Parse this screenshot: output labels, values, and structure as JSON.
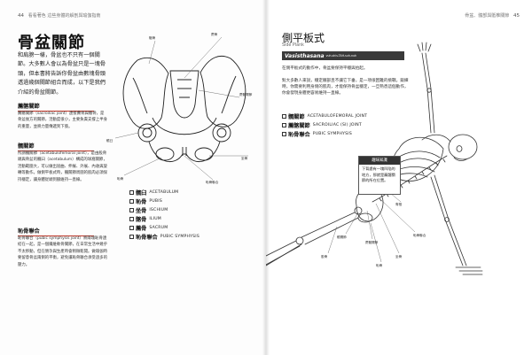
{
  "left_page": {
    "page_number": "44",
    "running_head": "看看著色 這些身體的解剖與瑜伽指南",
    "title": "骨盆關節",
    "intro": "和肩膀一樣，骨盆也不只有一個關節。大多數人會以為骨盆只是一塊骨頭，但本書將告訴你骨盆由數塊骨頭透過幾個關節組合而成，以下是我們介紹的骨盆關節。",
    "sections": [
      {
        "heading": "薦髂關節",
        "text": "薦髂關節（sacroiliac joint）連接薦骨與髂骨，是骨盆後方的關節，活動度很小，主要負責支撐上半身的重量，並將力量傳遞到下肢。"
      },
      {
        "heading": "髖關節",
        "text": "所謂髖關節（acetabulofemoral joint），是由股骨頭與骨盆的髖臼（acetabulum）構成的球窩關節，活動範圍大，可以做出屈曲、伸展、外展、內收與旋轉等動作。做側平板式時，髖關節周圍的肌肉必須保持穩定，讓身體從頭到腳維持一直線。"
      },
      {
        "heading": "恥骨聯合",
        "text": "恥骨聯合（pubic symphysis joint）將兩塊恥骨連結在一起，是一個纖維軟骨關節，在日常生活中幾乎不太移動，但在懷孕與生產時會稍微鬆開。做瑜伽時要留意骨盆兩側的平衡，避免讓恥骨聯合承受過多的壓力。"
      }
    ],
    "diagram_labels": {
      "ilium": "髂骨",
      "sacrum": "薦骨",
      "sij": "薦髂關節",
      "acetabulum": "髖臼",
      "pubis": "恥骨",
      "ischium": "坐骨",
      "symphysis": "恥骨聯合"
    },
    "legend": [
      {
        "zh": "髖臼",
        "en": "ACETABULUM"
      },
      {
        "zh": "恥骨",
        "en": "PUBIS"
      },
      {
        "zh": "坐骨",
        "en": "ISCHIUM"
      },
      {
        "zh": "髂骨",
        "en": "ILIUM"
      },
      {
        "zh": "薦骨",
        "en": "SACRUM"
      },
      {
        "zh": "恥骨聯合",
        "en": "PUBIC SYMPHYSIS"
      }
    ]
  },
  "right_page": {
    "page_number": "45",
    "running_head": "骨盆、髖部與骶椎關節",
    "title": "側平板式",
    "subtitle": "Side Plank",
    "sanskrit": "Vasisthasana",
    "sanskrit_pron": "vuh-shis-TAH-suh-nuh",
    "paragraph_1": "在側平板式的動作中，骨盆要保持平穩與抬起。",
    "paragraph_2": "對大多數人來說，穩定髖部且不讓它下垂，是一項很困難的挑戰。鍛練時，你需要利用身側的肌肉，才能保持骨盆穩定，一旦熟悉這個動作，你會發現身體更容易維持一直線。",
    "legend": [
      {
        "zh": "髖關節",
        "en": "ACETABULOFEMORAL JOINT"
      },
      {
        "zh": "薦髂關節",
        "en": "SACROILIAC (SI) JOINT"
      },
      {
        "zh": "恥骨聯合",
        "en": "PUBIC SYMPHYSIS"
      }
    ],
    "note": {
      "heading": "趣味知識",
      "text": "下背處有一塊凹陷的地方，那就是薦髂關節的所在位置。"
    },
    "diagram_labels": {
      "spine": "脊椎",
      "sij": "薦髂關節",
      "hip": "髖關節",
      "femur": "股骨",
      "pubis": "恥骨",
      "ischium": "坐骨",
      "symphysis": "恥骨聯合"
    }
  },
  "colors": {
    "accent": "#c0392b",
    "ink": "#222222",
    "band": "#3a3a3a"
  }
}
